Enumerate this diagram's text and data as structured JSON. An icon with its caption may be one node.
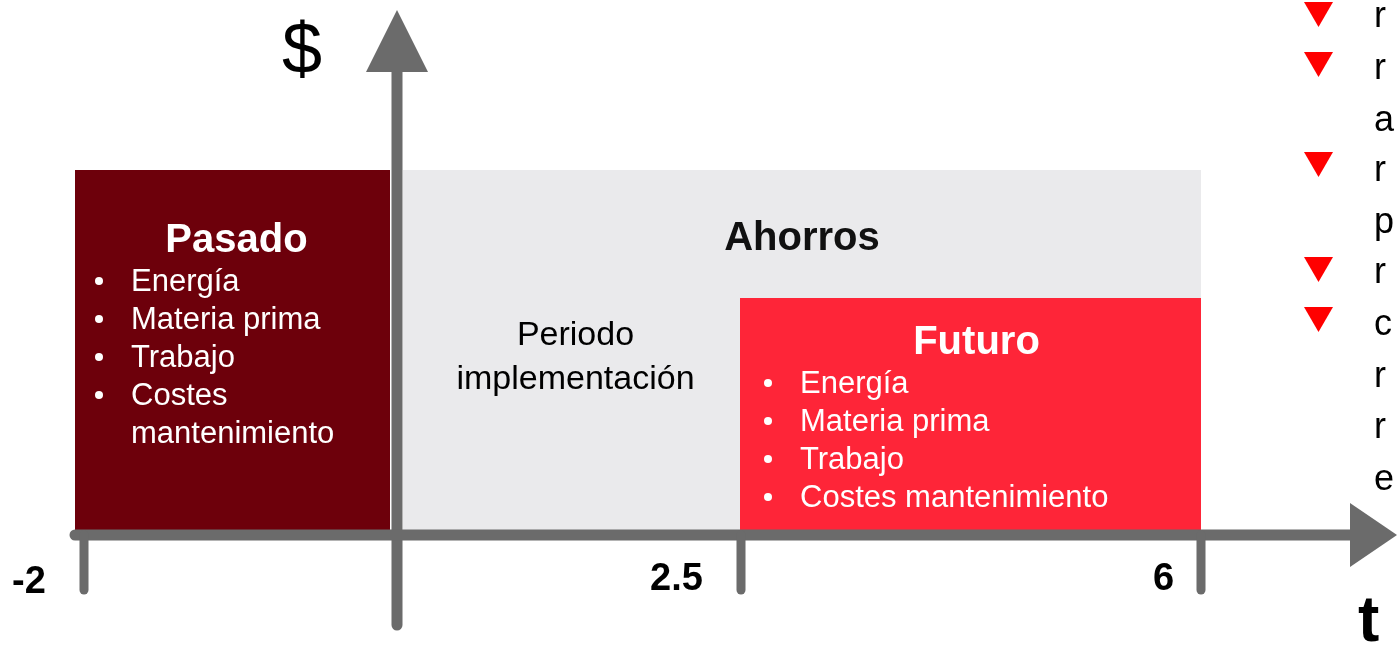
{
  "diagram": {
    "nodes": [
      {
        "text": [
          "Pasado",
          "Energía",
          "Materia prima",
          "Trabajo",
          "Costes mantenimiento"
        ]
      },
      {
        "text": [
          "Ahorros"
        ]
      },
      {
        "text": [
          "Periodo implementación"
        ],
        "in": 1
      },
      {
        "text": [
          "Futuro",
          "Energía",
          "Materia prima",
          "Trabajo",
          "Costes mantenimiento"
        ],
        "in": 1
      }
    ],
    "labels": [
      "$",
      "r",
      "r a",
      "r p",
      "r",
      "c r r e",
      "-2",
      "2.5",
      "6",
      "t"
    ]
  }
}
